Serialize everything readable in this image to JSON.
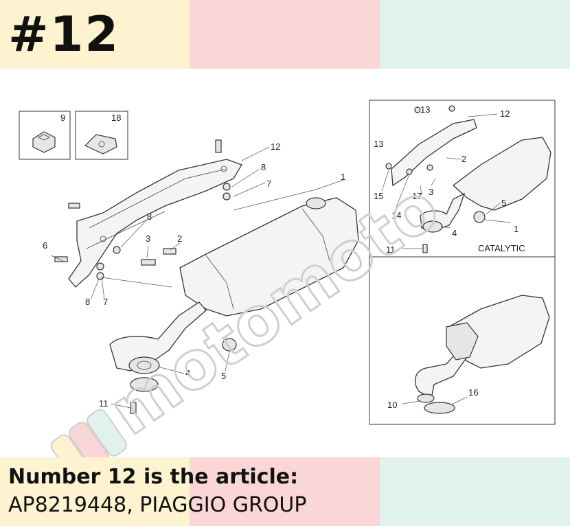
{
  "colors": {
    "band_yellow": "#fdf3d0",
    "band_pink": "#fbd6d6",
    "band_mint": "#e0f2ec",
    "watermark_outline": "#cfcfcf"
  },
  "header": {
    "badge": "#12"
  },
  "footer": {
    "line1": "Number 12 is the article:",
    "line2": "AP8219448, PIAGGIO GROUP"
  },
  "watermark": {
    "text": "motomoto"
  },
  "diagram": {
    "inset_boxes": [
      {
        "number": "9"
      },
      {
        "number": "18"
      }
    ],
    "main_labels": [
      "12",
      "8",
      "7",
      "1",
      "8",
      "6",
      "3",
      "2",
      "8",
      "7",
      "4",
      "5",
      "11"
    ],
    "catalytic_panel": {
      "labels": [
        "13",
        "12",
        "13",
        "2",
        "15",
        "14",
        "17",
        "3",
        "5",
        "4",
        "1",
        "11"
      ],
      "caption": "CATALYTIC"
    },
    "lower_panel": {
      "labels": [
        "16",
        "10"
      ]
    }
  }
}
